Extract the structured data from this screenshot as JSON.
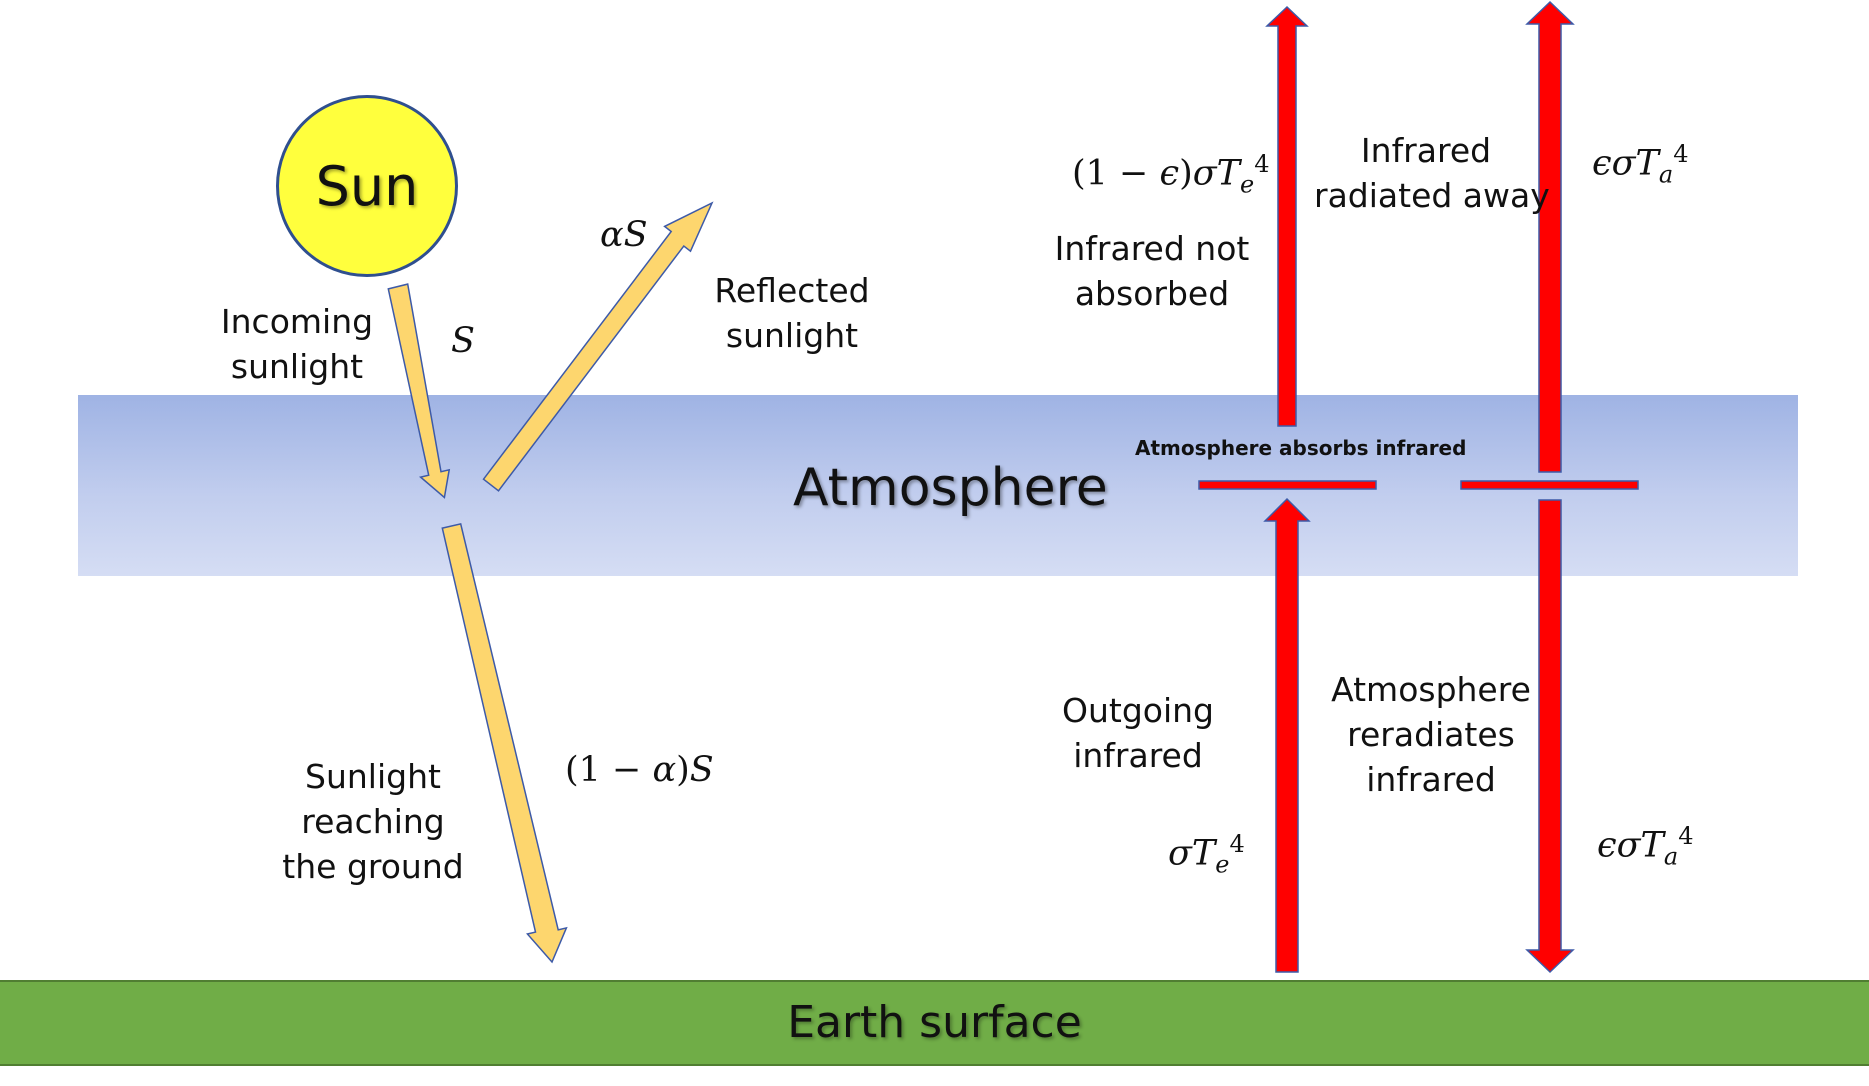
{
  "colors": {
    "atmosphere": "#b4c3ec",
    "earth": "#70ad47",
    "sun": "#ffff3d",
    "sunlight_arrow": "#fdd66e",
    "infrared_arrow": "#ff0000",
    "arrow_outline": "#3d5aa8"
  },
  "sun": {
    "label": "Sun"
  },
  "atmosphere": {
    "label": "Atmosphere",
    "absorbs_label": "Atmosphere absorbs infrared"
  },
  "earth": {
    "label": "Earth surface"
  },
  "labels": {
    "incoming": [
      "Incoming",
      "sunlight"
    ],
    "reflected": [
      "Reflected",
      "sunlight"
    ],
    "reaching": [
      "Sunlight",
      "reaching",
      "the ground"
    ],
    "not_absorbed": [
      "Infrared not",
      "absorbed"
    ],
    "radiated": [
      "Infrared",
      "radiated away"
    ],
    "outgoing": [
      "Outgoing",
      "infrared"
    ],
    "reradiates": [
      "Atmosphere",
      "reradiates",
      "infrared"
    ]
  },
  "math": {
    "S": "S",
    "alpha": "α",
    "one_minus": "(1 − ",
    "close": ")",
    "epsilon": "ϵ",
    "sigma": "σ",
    "T": "T",
    "sub_e": "e",
    "sub_a": "a",
    "power": "4"
  }
}
